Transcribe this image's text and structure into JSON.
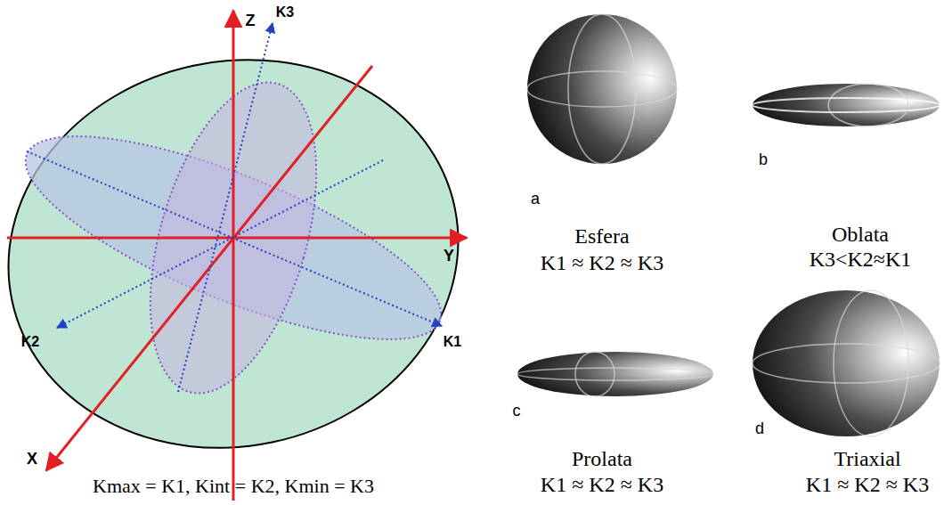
{
  "diagram": {
    "labels": [
      "Z",
      "K3",
      "Y",
      "K1",
      "K2",
      "X",
      "Kmax = K1, Kint = K2, Kmin = K3",
      "a",
      "Esfera",
      "K1 ≈ K2 ≈ K3",
      "b",
      "Oblata",
      "K3<K2≈K1",
      "c",
      "Prolata",
      "K1 ≈ K2 ≈ K3",
      "d",
      "Triaxial",
      "K1 ≈ K2 ≈ K3"
    ]
  }
}
